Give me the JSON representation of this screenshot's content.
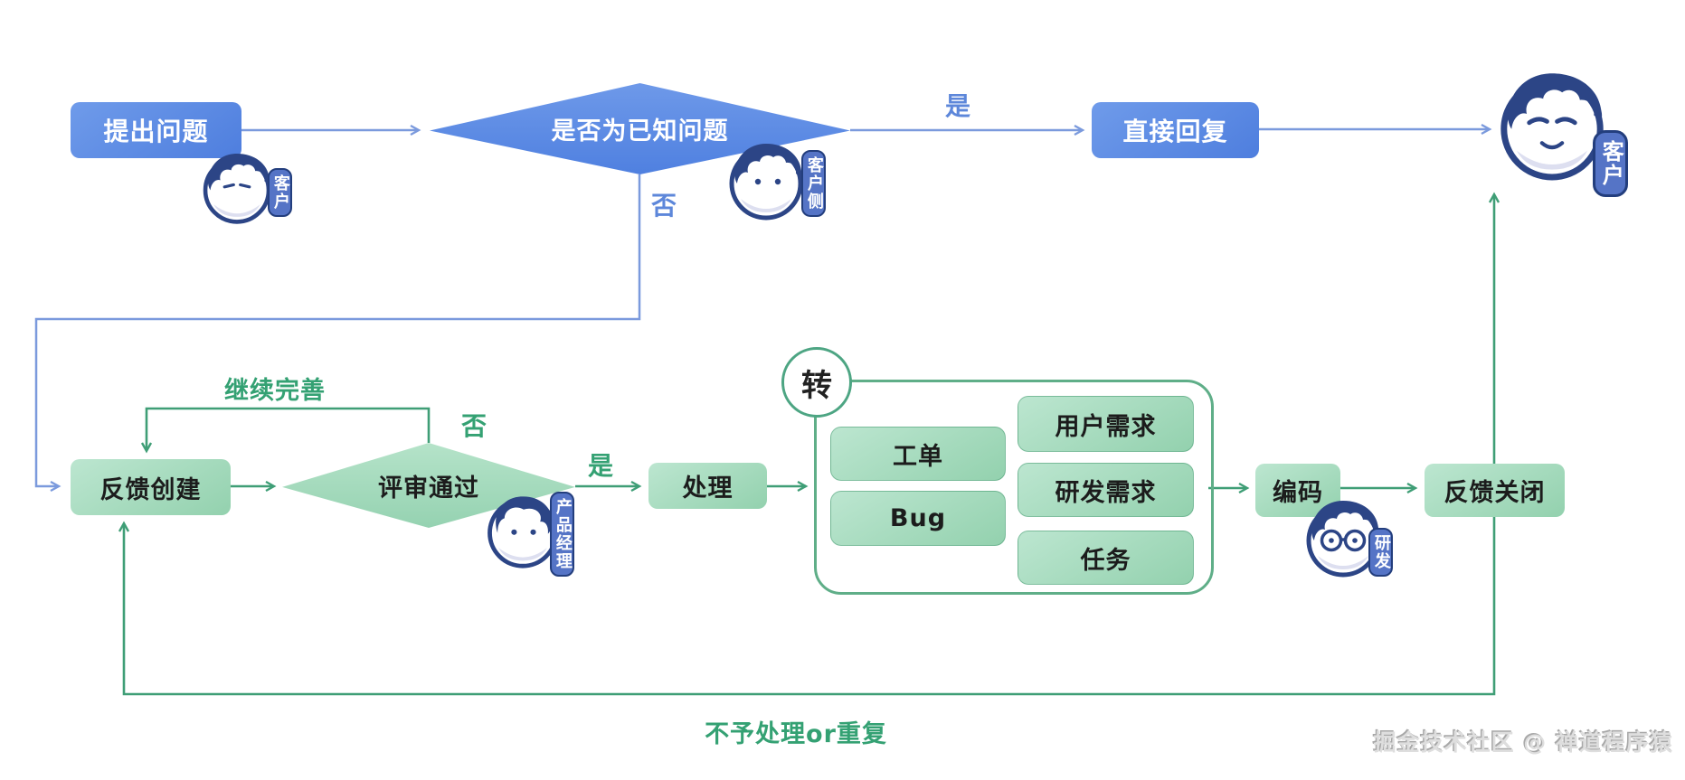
{
  "diagram": {
    "nodes": {
      "raise_question": "提出问题",
      "is_known_question": "是否为已知问题",
      "direct_reply": "直接回复",
      "feedback_create": "反馈创建",
      "review_pass": "评审通过",
      "handle": "处理",
      "transfer_hub": "转",
      "work_order": "工单",
      "bug": "Bug",
      "user_requirement": "用户需求",
      "dev_requirement": "研发需求",
      "task": "任务",
      "coding": "编码",
      "feedback_close": "反馈关闭"
    },
    "edge_labels": {
      "known_yes": "是",
      "known_no": "否",
      "review_no": "否",
      "review_yes": "是",
      "continue_improve": "继续完善",
      "reject_or_duplicate": "不予处理or重复"
    },
    "role_badges": {
      "customer": "客户",
      "customer_top_right": "客户",
      "customer_side": "客户侧",
      "product_manager": "产品经理",
      "developer": "研发"
    },
    "watermark": "掘金技术社区 @ 禅道程序猿"
  },
  "colors": {
    "blue_node": "#5585e2",
    "blue_line": "#7b9add",
    "blue_label": "#5d87da",
    "green_node": "#a5d9bf",
    "green_line": "#3f9e76",
    "green_label": "#34a173",
    "container_border": "#5fae88",
    "navy_outline": "#2c4586",
    "badge_background": "#5574c6"
  }
}
